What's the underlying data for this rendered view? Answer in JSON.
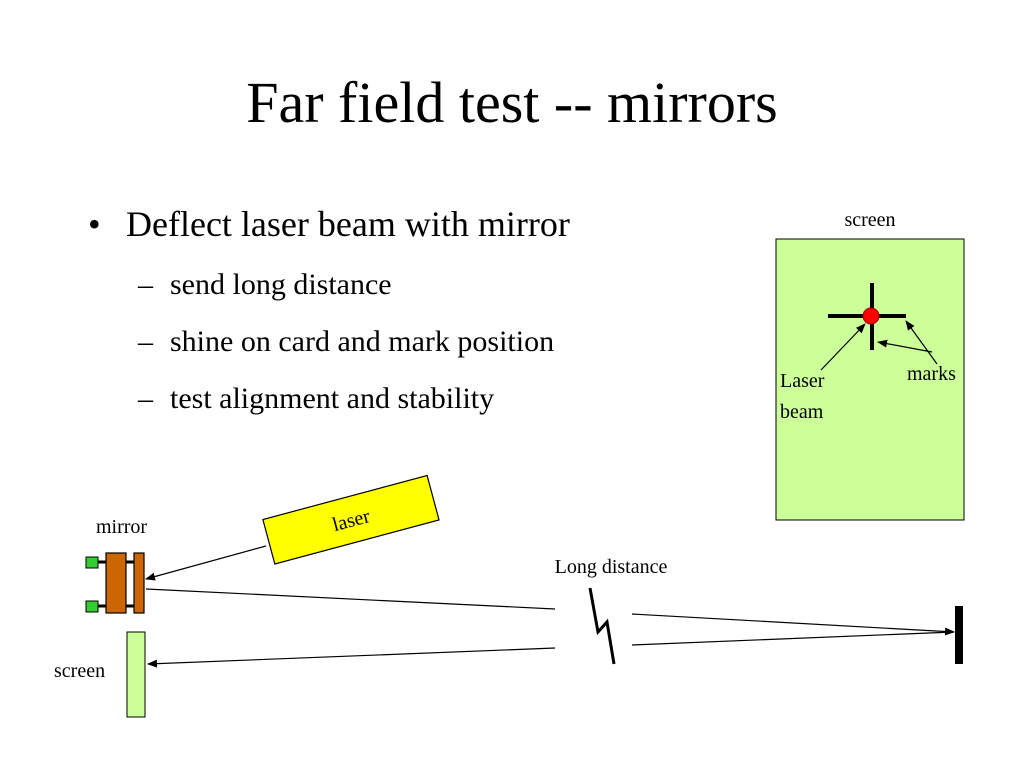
{
  "slide": {
    "title": "Far field test -- mirrors",
    "bullet": {
      "text": "Deflect laser beam with mirror",
      "subitems": [
        "send long distance",
        "shine on card and mark position",
        "test alignment and stability"
      ]
    }
  },
  "diagram": {
    "screen_top_label": "screen",
    "laser_beam_label_line1": "Laser",
    "laser_beam_label_line2": "beam",
    "marks_label": "marks",
    "mirror_label": "mirror",
    "laser_label": "laser",
    "long_distance_label": "Long distance",
    "screen_bottom_label": "screen"
  },
  "colors": {
    "screen_fill": "#ccff99",
    "laser_fill": "#ffff00",
    "mirror_fill": "#cc6600",
    "mount_fill": "#33cc33",
    "spot_fill": "#ff0000"
  }
}
